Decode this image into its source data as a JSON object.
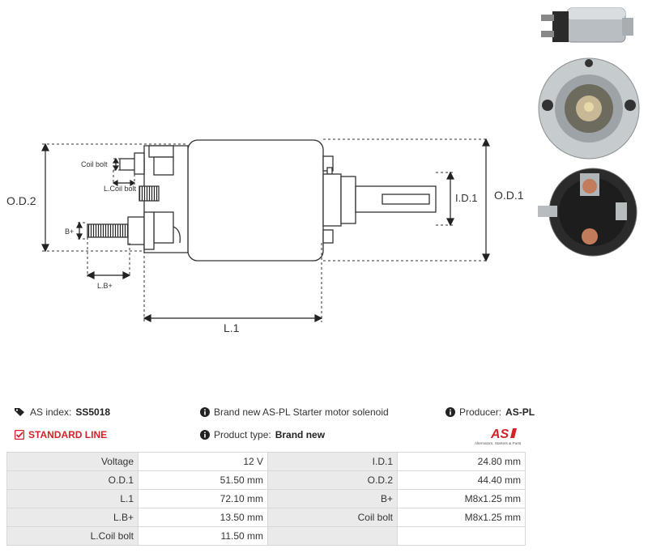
{
  "diagram": {
    "labels": {
      "od2": "O.D.2",
      "od1": "O.D.1",
      "id1": "I.D.1",
      "l1": "L.1",
      "lb": "L.B+",
      "bplus": "B+",
      "coil_bolt": "Coil bolt",
      "l_coil_bolt": "L.Coil bolt"
    }
  },
  "info": {
    "as_index_label": "AS index:",
    "as_index_value": "SS5018",
    "standard_line": "STANDARD LINE",
    "description": "Brand new AS-PL Starter motor solenoid",
    "product_type_label": "Product type:",
    "product_type_value": "Brand new",
    "producer_label": "Producer:",
    "producer_value": "AS-PL",
    "logo_text": "AS",
    "logo_tagline": "Alternators, Starters & Parts"
  },
  "colors": {
    "accent_red": "#d4222a",
    "table_header_bg": "#eaeaea",
    "border": "#d8d8d8"
  },
  "specs": [
    {
      "k1": "Voltage",
      "v1": "12 V",
      "k2": "I.D.1",
      "v2": "24.80 mm"
    },
    {
      "k1": "O.D.1",
      "v1": "51.50 mm",
      "k2": "O.D.2",
      "v2": "44.40 mm"
    },
    {
      "k1": "L.1",
      "v1": "72.10 mm",
      "k2": "B+",
      "v2": "M8x1.25 mm"
    },
    {
      "k1": "L.B+",
      "v1": "13.50 mm",
      "k2": "Coil bolt",
      "v2": "M8x1.25 mm"
    },
    {
      "k1": "L.Coil bolt",
      "v1": "11.50 mm",
      "k2": "",
      "v2": ""
    }
  ]
}
